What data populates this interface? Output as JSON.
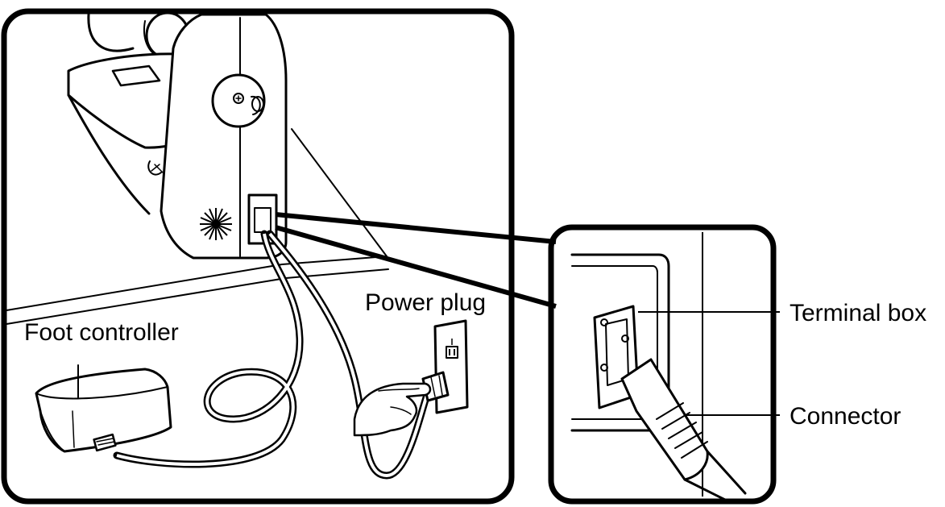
{
  "labels": {
    "foot_controller": "Foot controller",
    "power_plug": "Power plug",
    "terminal_box": "Terminal box",
    "connector": "Connector"
  }
}
